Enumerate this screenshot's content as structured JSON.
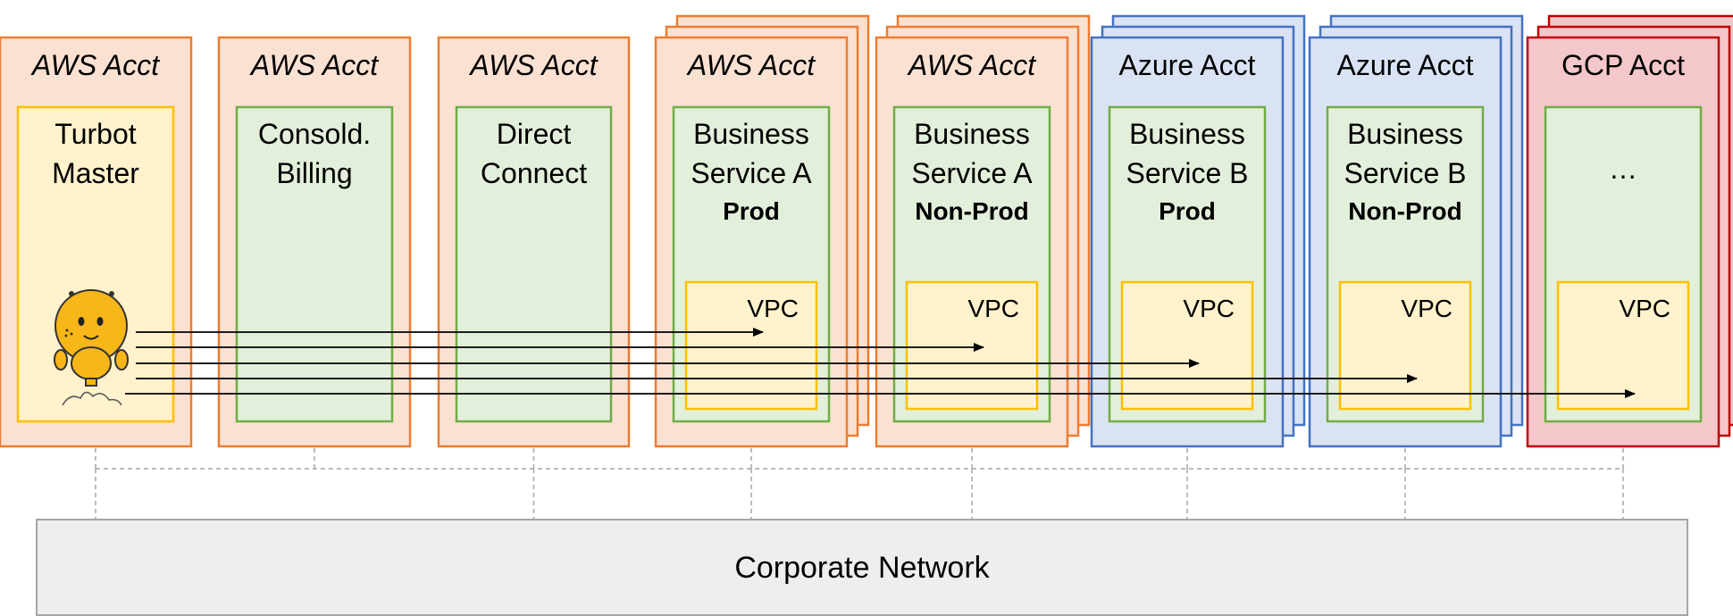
{
  "colors": {
    "aws_fill": "#fbe1d2",
    "aws_stroke": "#ed7d31",
    "azure_fill": "#dae3f3",
    "azure_stroke": "#4472c4",
    "gcp_fill": "#f4c7ca",
    "gcp_stroke": "#c00000",
    "green_fill": "#e2efda",
    "green_stroke": "#70ad47",
    "yellow_fill": "#fff2cc",
    "yellow_stroke": "#ffc000",
    "network_fill": "#eeeeee",
    "network_stroke": "#a6a6a6"
  },
  "accounts": [
    {
      "id": "turbot-master",
      "cloud": "aws",
      "title": "AWS Acct",
      "italic": true,
      "stacked": false,
      "service": {
        "lines": [
          "Turbot",
          "Master"
        ],
        "bold": "",
        "style": "yellow"
      },
      "vpc": null
    },
    {
      "id": "consold-billing",
      "cloud": "aws",
      "title": "AWS Acct",
      "italic": true,
      "stacked": false,
      "service": {
        "lines": [
          "Consold.",
          "Billing"
        ],
        "bold": "",
        "style": "green"
      },
      "vpc": null
    },
    {
      "id": "direct-connect",
      "cloud": "aws",
      "title": "AWS Acct",
      "italic": true,
      "stacked": false,
      "service": {
        "lines": [
          "Direct",
          "Connect"
        ],
        "bold": "",
        "style": "green"
      },
      "vpc": null
    },
    {
      "id": "bsa-prod",
      "cloud": "aws",
      "title": "AWS Acct",
      "italic": true,
      "stacked": true,
      "service": {
        "lines": [
          "Business",
          "Service A"
        ],
        "bold": "Prod",
        "style": "green"
      },
      "vpc": "VPC"
    },
    {
      "id": "bsa-nonprod",
      "cloud": "aws",
      "title": "AWS Acct",
      "italic": true,
      "stacked": true,
      "service": {
        "lines": [
          "Business",
          "Service A"
        ],
        "bold": "Non-Prod",
        "style": "green"
      },
      "vpc": "VPC"
    },
    {
      "id": "bsb-prod",
      "cloud": "azure",
      "title": "Azure Acct",
      "italic": false,
      "stacked": true,
      "service": {
        "lines": [
          "Business",
          "Service B"
        ],
        "bold": "Prod",
        "style": "green"
      },
      "vpc": "VPC"
    },
    {
      "id": "bsb-nonprod",
      "cloud": "azure",
      "title": "Azure Acct",
      "italic": false,
      "stacked": true,
      "service": {
        "lines": [
          "Business",
          "Service B"
        ],
        "bold": "Non-Prod",
        "style": "green"
      },
      "vpc": "VPC"
    },
    {
      "id": "gcp",
      "cloud": "gcp",
      "title": "GCP Acct",
      "italic": false,
      "stacked": true,
      "service": {
        "lines": [
          "…"
        ],
        "bold": "",
        "style": "green"
      },
      "vpc": "VPC"
    }
  ],
  "network": {
    "label": "Corporate Network"
  },
  "robot": {
    "icon": "turbot-bee-robot-icon"
  }
}
